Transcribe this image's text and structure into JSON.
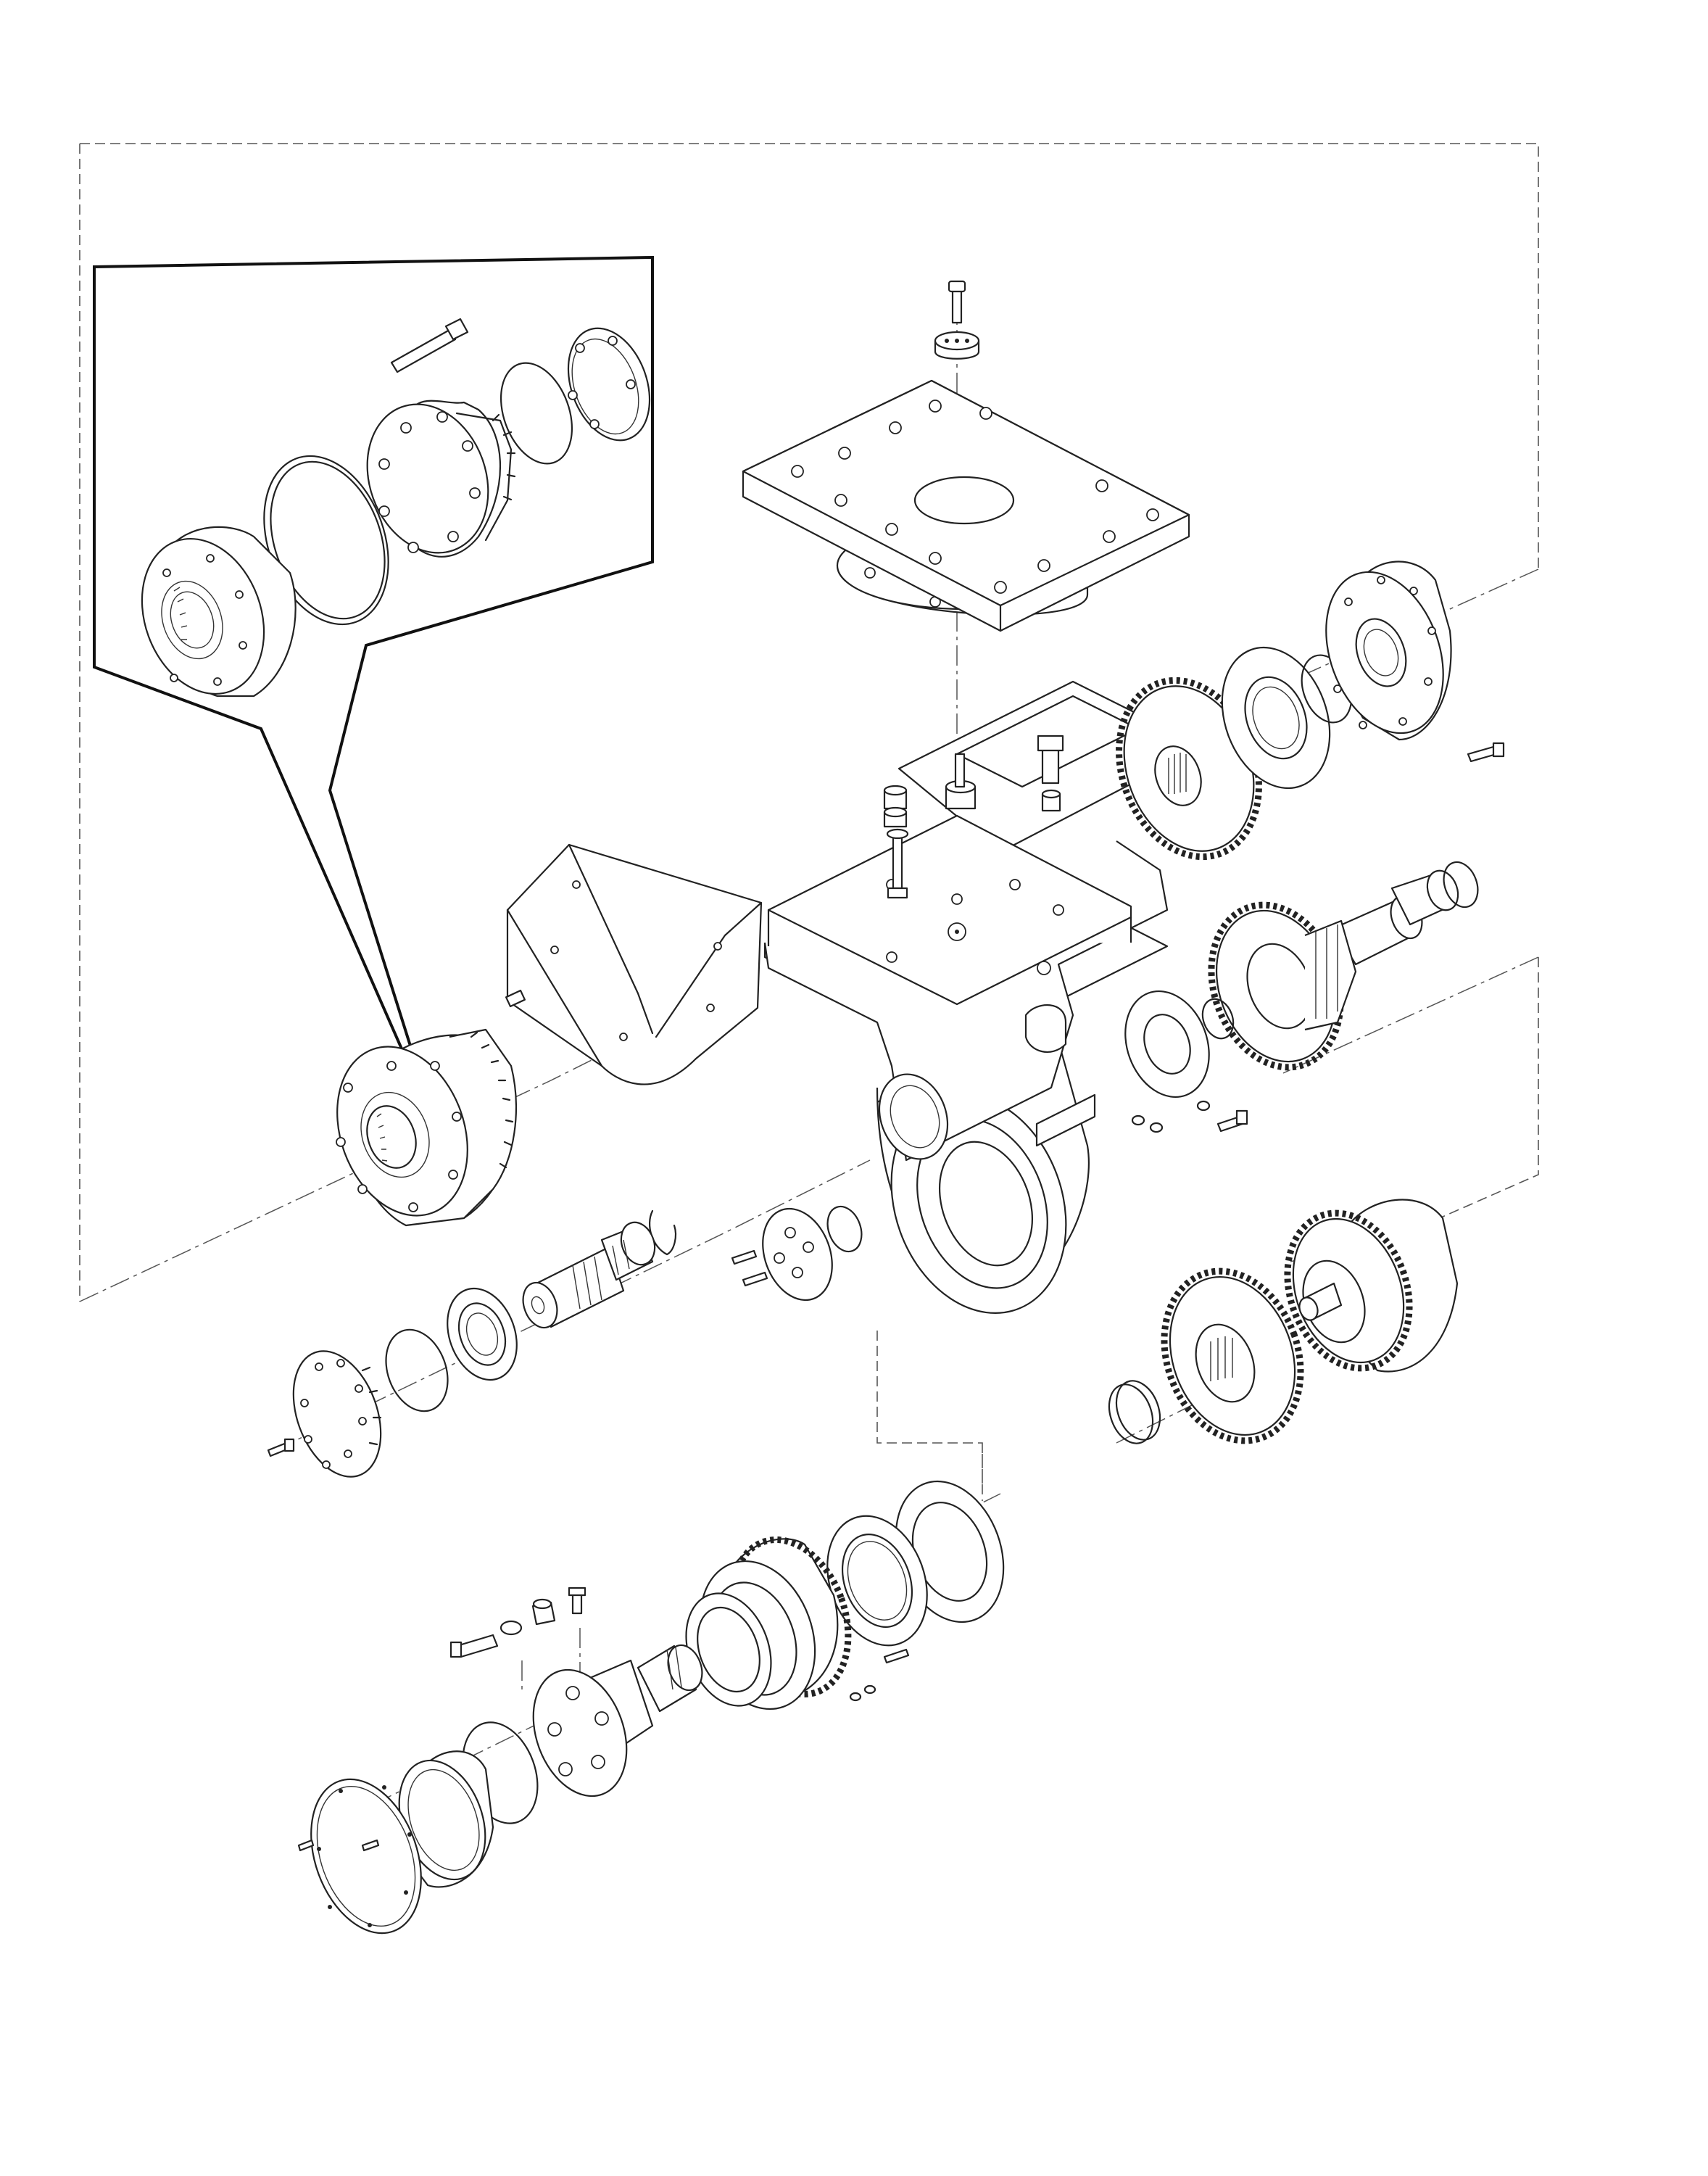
{
  "diagram": {
    "kind": "exploded-assembly-drawing",
    "labels": [],
    "colors": {
      "line": "#222222",
      "background": "#ffffff"
    },
    "parts": [
      "top-bolt",
      "top-cap",
      "mounting-plate",
      "gearbox-housing",
      "hopper-guard",
      "hydraulic-motor",
      "motor-detail-callout",
      "upper-gear",
      "upper-bearing",
      "upper-seal-ring",
      "upper-cover",
      "intermediate-shaft",
      "intermediate-gear",
      "small-bearing",
      "input-shaft",
      "input-bearing",
      "input-cover",
      "output-gear",
      "planetary-hub",
      "retaining-ring",
      "lower-seal",
      "lower-bearing",
      "ring-gear",
      "planet-carrier",
      "carrier-plate",
      "end-seal",
      "end-cover"
    ]
  }
}
